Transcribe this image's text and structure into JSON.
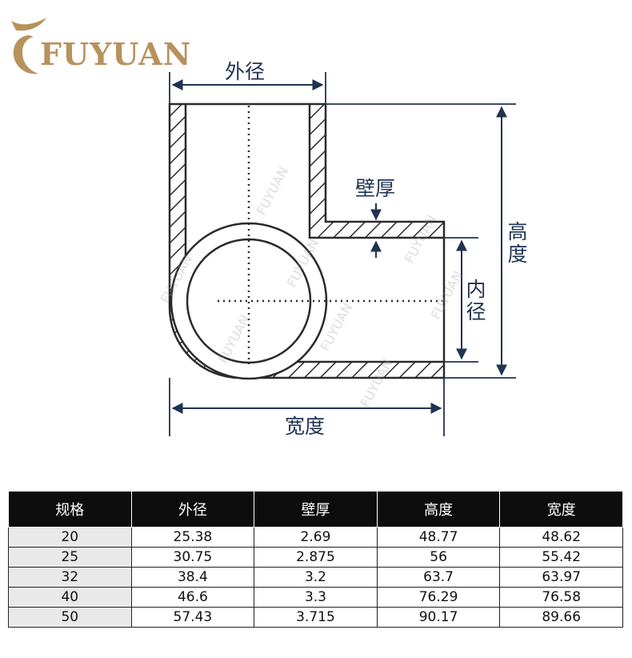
{
  "brand": {
    "name": "FUYUAN",
    "color": "#b7925c"
  },
  "diagram": {
    "watermark": "FUYUAN",
    "labels": {
      "outer_diameter": "外径",
      "wall_thickness": "壁厚",
      "height": "高度",
      "inner_diameter": "内径",
      "width": "宽度"
    },
    "line_color": "#1f3352",
    "pipe_color": "#2a2a2a"
  },
  "table": {
    "headers": [
      "规格",
      "外径",
      "壁厚",
      "高度",
      "宽度"
    ],
    "rows": [
      [
        "20",
        "25.38",
        "2.69",
        "48.77",
        "48.62"
      ],
      [
        "25",
        "30.75",
        "2.875",
        "56",
        "55.42"
      ],
      [
        "32",
        "38.4",
        "3.2",
        "63.7",
        "63.97"
      ],
      [
        "40",
        "46.6",
        "3.3",
        "76.29",
        "76.58"
      ],
      [
        "50",
        "57.43",
        "3.715",
        "90.17",
        "89.66"
      ]
    ]
  }
}
